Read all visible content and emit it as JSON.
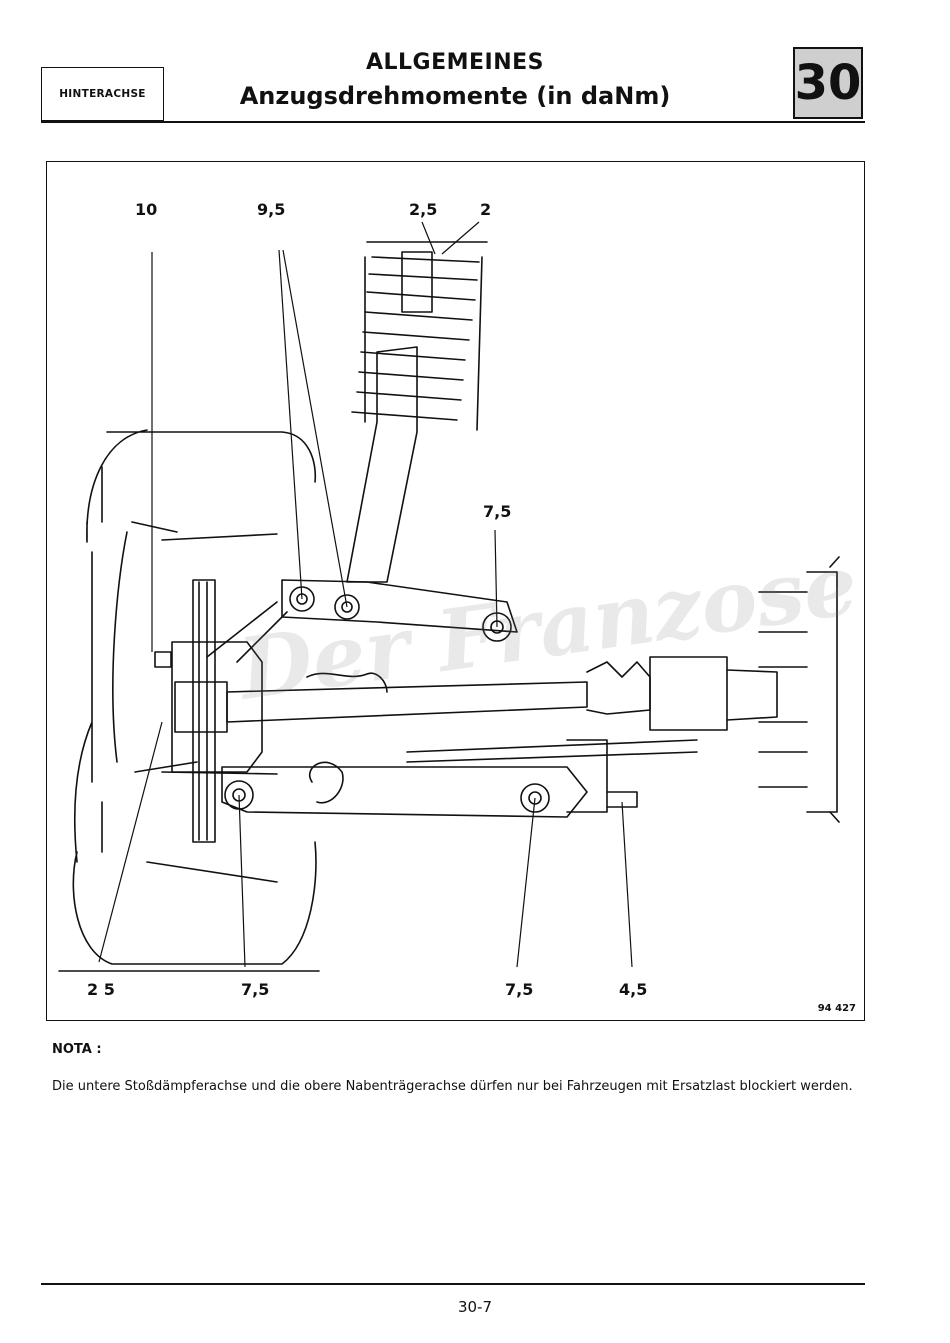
{
  "header": {
    "section": "HINTERACHSE",
    "title_line1": "ALLGEMEINES",
    "title_line2": "Anzugsdrehmomente (in daNm)",
    "chapter_number": "30"
  },
  "figure": {
    "callouts": {
      "top_left": "10",
      "top_center_left": "9,5",
      "top_center": "2,5",
      "top_right": "2",
      "middle": "7,5",
      "bottom_left": "2 5",
      "bottom_center_left": "7,5",
      "bottom_center": "7,5",
      "bottom_right": "4,5"
    },
    "figure_number": "94 427",
    "watermark": "Der Franzose"
  },
  "nota": {
    "label": "NOTA :",
    "text": "Die untere Stoßdämpferachse und die obere Nabenträgerachse dürfen nur bei Fahrzeugen mit Ersatzlast blockiert werden."
  },
  "footer": {
    "page_number": "30-7"
  }
}
